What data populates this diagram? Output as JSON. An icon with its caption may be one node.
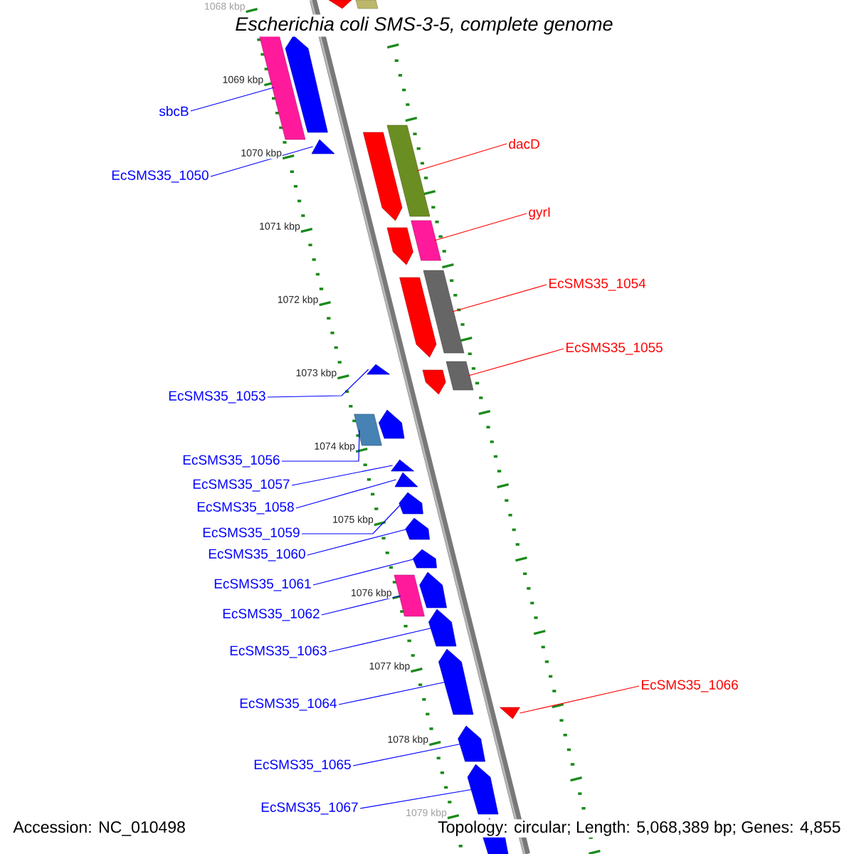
{
  "diagram": {
    "title": "Escherichia coli SMS-3-5, complete genome",
    "nodes": [
      {
        "text": [
          "sbcB"
        ]
      },
      {
        "text": [
          "dacD"
        ]
      },
      {
        "text": [
          "EcSMS35_1050"
        ]
      },
      {
        "text": [
          "gyrI"
        ]
      },
      {
        "text": [
          "EcSMS35_1054"
        ]
      },
      {
        "text": [
          "EcSMS35_1055"
        ]
      },
      {
        "text": [
          "EcSMS35_1053"
        ]
      },
      {
        "text": [
          "EcSMS35_1056"
        ]
      },
      {
        "text": [
          "EcSMS35_1057"
        ]
      },
      {
        "text": [
          "EcSMS35_1058"
        ]
      },
      {
        "text": [
          "EcSMS35_1059"
        ]
      },
      {
        "text": [
          "EcSMS35_1060"
        ]
      },
      {
        "text": [
          "EcSMS35_1061"
        ]
      },
      {
        "text": [
          "EcSMS35_1062"
        ]
      },
      {
        "text": [
          "EcSMS35_1063"
        ]
      },
      {
        "text": [
          "EcSMS35_1066"
        ]
      },
      {
        "text": [
          "EcSMS35_1064"
        ]
      },
      {
        "text": [
          "EcSMS35_1065"
        ]
      },
      {
        "text": [
          "EcSMS35_1067"
        ]
      },
      {
        "text": [],
        "shape": "triangle"
      },
      {
        "text": [],
        "shape": "bar"
      },
      {
        "text": [],
        "shape": "bar"
      },
      {
        "text": [],
        "shape": "pentagon"
      },
      {
        "text": [],
        "shape": "bar"
      },
      {
        "text": [],
        "shape": "pentagon"
      },
      {
        "text": [],
        "shape": "triangle"
      },
      {
        "text": [],
        "shape": "bar"
      },
      {
        "text": [],
        "shape": "pentagon"
      },
      {
        "text": [],
        "shape": "bar"
      },
      {
        "text": [],
        "shape": "pentagon"
      },
      {
        "text": [],
        "shape": "bar"
      },
      {
        "text": [],
        "shape": "triangle"
      },
      {
        "text": [],
        "shape": "pentagon"
      },
      {
        "text": [],
        "shape": "pentagon"
      },
      {
        "text": [],
        "shape": "bar"
      },
      {
        "text": [],
        "shape": "triangle"
      },
      {
        "text": [],
        "shape": "triangle"
      },
      {
        "text": [],
        "shape": "pentagon"
      },
      {
        "text": [],
        "shape": "pentagon"
      },
      {
        "text": [],
        "shape": "pentagon"
      },
      {
        "text": [],
        "shape": "pentagon"
      },
      {
        "text": [],
        "shape": "bar"
      },
      {
        "text": [],
        "shape": "pentagon"
      },
      {
        "text": [],
        "shape": "pentagon"
      },
      {
        "text": [],
        "shape": "triangle"
      },
      {
        "text": [],
        "shape": "pentagon"
      },
      {
        "text": [],
        "shape": "pentagon"
      },
      {
        "text": [],
        "shape": "pentagon"
      }
    ],
    "edges": [
      {
        "from": 0,
        "to": 21,
        "arrow": "none"
      },
      {
        "from": 1,
        "to": 23,
        "arrow": "none",
        "color": "#ff0000"
      },
      {
        "from": 2,
        "to": 25,
        "arrow": "none"
      },
      {
        "from": 3,
        "to": 26,
        "arrow": "none",
        "color": "#ff0000"
      },
      {
        "from": 4,
        "to": 28,
        "arrow": "none",
        "color": "#ff0000"
      },
      {
        "from": 5,
        "to": 30,
        "arrow": "none",
        "color": "#ff0000"
      },
      {
        "from": 6,
        "to": 31,
        "arrow": "none"
      },
      {
        "from": 7,
        "to": 34,
        "arrow": "none"
      },
      {
        "from": 8,
        "to": 35,
        "arrow": "none"
      },
      {
        "from": 9,
        "to": 36,
        "arrow": "none"
      },
      {
        "from": 10,
        "to": 37,
        "arrow": "none"
      },
      {
        "from": 11,
        "to": 38,
        "arrow": "none"
      },
      {
        "from": 12,
        "to": 39,
        "arrow": "none"
      },
      {
        "from": 13,
        "to": 41,
        "arrow": "none"
      },
      {
        "from": 14,
        "to": 42,
        "arrow": "none"
      },
      {
        "from": 15,
        "to": 44,
        "arrow": "none",
        "color": "#ff0000"
      },
      {
        "from": 16,
        "to": 43,
        "arrow": "none"
      },
      {
        "from": 17,
        "to": 45,
        "arrow": "none"
      },
      {
        "from": 18,
        "to": 46,
        "arrow": "none"
      }
    ],
    "labels": [
      "1068 kbp",
      "1069 kbp",
      "1070 kbp",
      "1071 kbp",
      "1072 kbp",
      "1073 kbp",
      "1074 kbp",
      "1075 kbp",
      "1076 kbp",
      "1077 kbp",
      "1078 kbp",
      "1079 kbp",
      "Accession: NC_010498",
      "Topology: circular; Length: 5,068,389 bp; Genes: 4,855"
    ]
  }
}
